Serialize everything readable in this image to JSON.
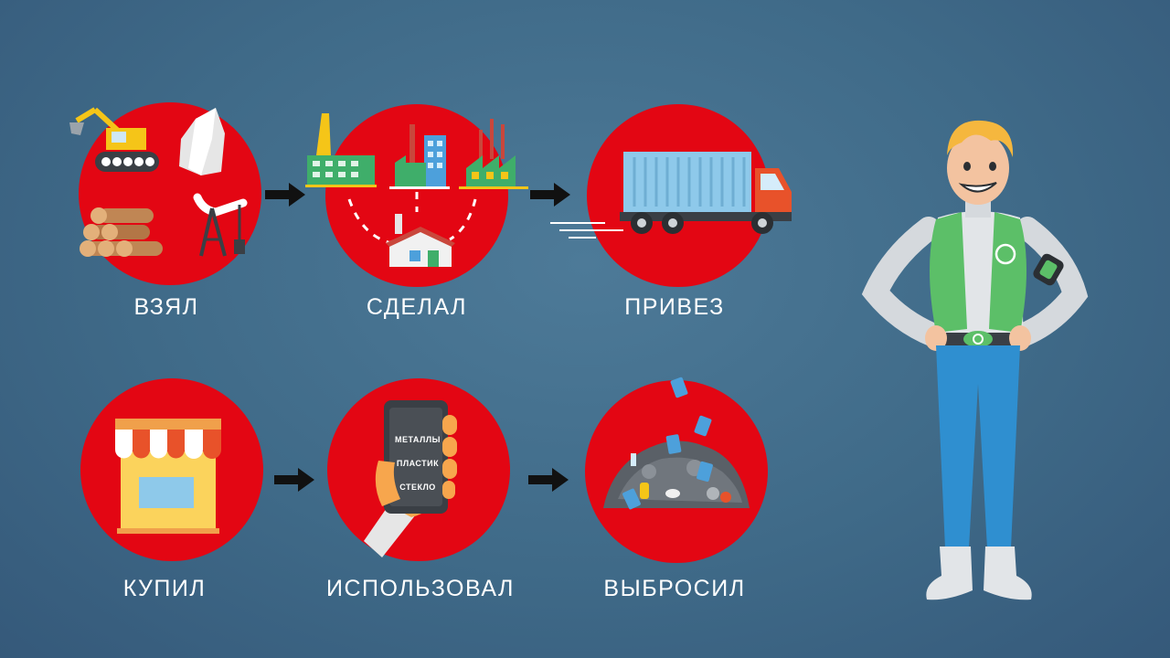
{
  "steps": [
    {
      "label": "ВЗЯЛ"
    },
    {
      "label": "СДЕЛАЛ"
    },
    {
      "label": "ПРИВЕЗ"
    },
    {
      "label": "КУПИЛ"
    },
    {
      "label": "ИСПОЛЬЗОВАЛ"
    },
    {
      "label": "ВЫБРОСИЛ"
    }
  ],
  "phone_screen": [
    "МЕТАЛЛЫ",
    "ПЛАСТИК",
    "СТЕКЛО"
  ],
  "colors": {
    "circle": "#e30613",
    "background": "#41708e",
    "vest": "#5cbf68",
    "jeans": "#2f8fd0"
  }
}
